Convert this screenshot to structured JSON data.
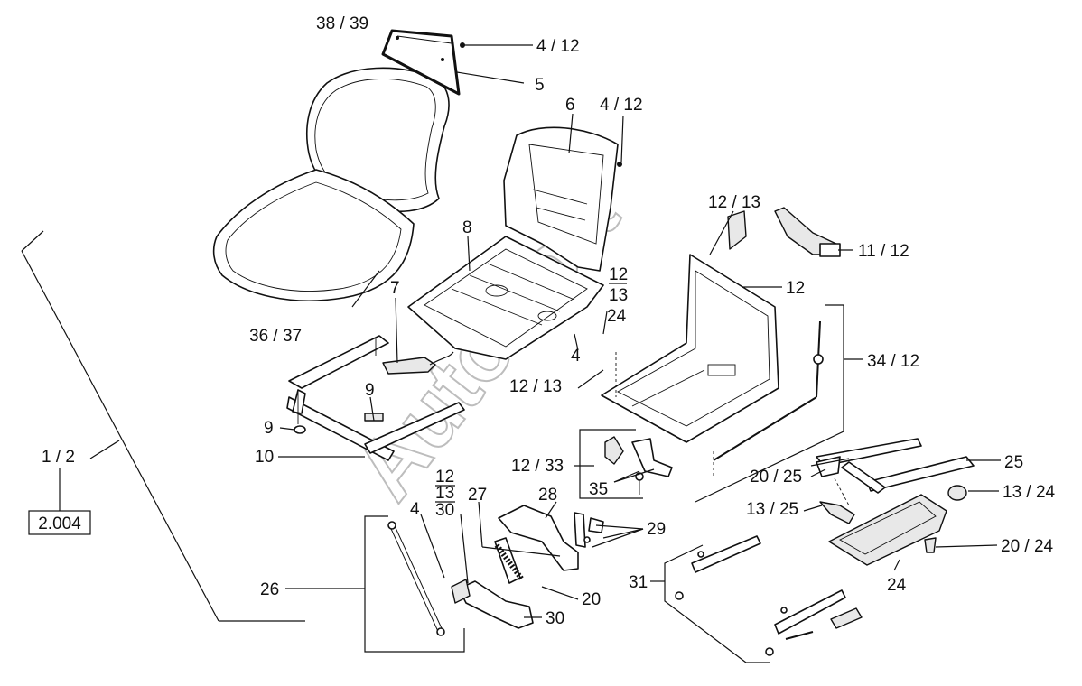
{
  "watermark": "AutoSoft",
  "reference_box": "2.004",
  "labels": {
    "l_38_39": "38 / 39",
    "l_4_12_a": "4 / 12",
    "l_5": "5",
    "l_6": "6",
    "l_4_12_b": "4 / 12",
    "l_12_13_a": "12 / 13",
    "l_11_12": "11 / 12",
    "l_8": "8",
    "l_12": "12",
    "l_7": "7",
    "l_24_a": "24",
    "l_4_a": "4",
    "l_34_12": "34 / 12",
    "l_36_37": "36 / 37",
    "l_12_13_b": "12 / 13",
    "l_9_a": "9",
    "l_9_b": "9",
    "l_10": "10",
    "l_1_2": "1 / 2",
    "l_12_33": "12 / 33",
    "l_25": "25",
    "l_20_25": "20 / 25",
    "l_35": "35",
    "l_13_24": "13 / 24",
    "l_4_b": "4",
    "l_27": "27",
    "l_28": "28",
    "l_13_25": "13 / 25",
    "l_29": "29",
    "l_20_24": "20 / 24",
    "l_26": "26",
    "l_31": "31",
    "l_24_b": "24",
    "l_20": "20",
    "l_30": "30"
  },
  "fractions": {
    "f1": {
      "top": "12",
      "bottom": "13"
    },
    "f2": {
      "top": "12",
      "mid": "13",
      "bottom": "30"
    }
  }
}
